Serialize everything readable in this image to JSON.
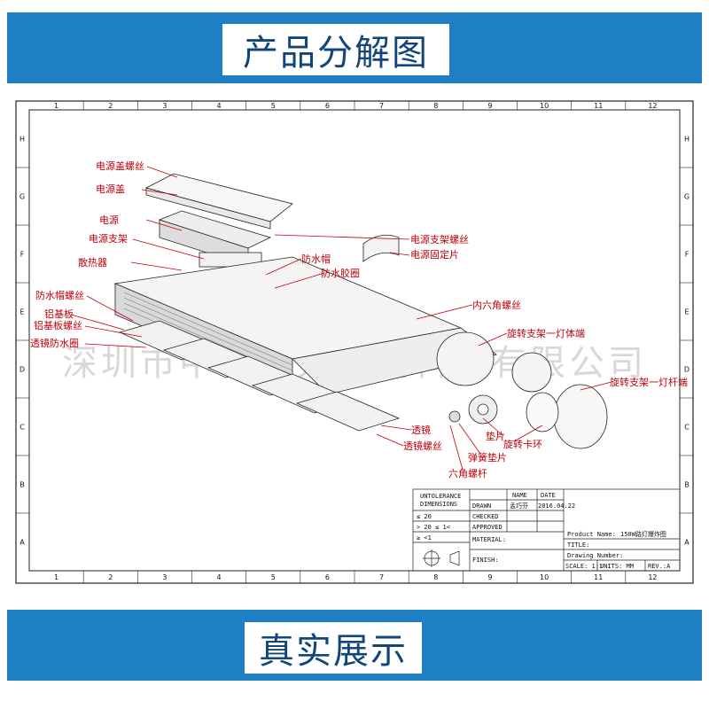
{
  "top_banner": {
    "title": "产品分解图"
  },
  "bottom_banner": {
    "title": "真实展示"
  },
  "watermark": "深圳市中科阳光照明科技有限公司",
  "grid": {
    "columns": [
      "1",
      "2",
      "3",
      "4",
      "5",
      "6",
      "7",
      "8",
      "9",
      "10",
      "11",
      "12"
    ],
    "rows": [
      "H",
      "G",
      "F",
      "E",
      "D",
      "C",
      "B",
      "A"
    ]
  },
  "callouts": {
    "power_cover_screw": "电源盖螺丝",
    "power_cover": "电源盖",
    "power_supply": "电源",
    "power_bracket": "电源支架",
    "heat_sink": "散热器",
    "waterproof_cap_screw": "防水帽螺丝",
    "aluminum_board": "铝基板",
    "aluminum_board_screw": "铝基板螺丝",
    "lens_waterproof_ring": "透镜防水圈",
    "power_bracket_screw": "电源支架螺丝",
    "power_fixing_plate": "电源固定片",
    "waterproof_cap": "防水帽",
    "waterproof_rubber_ring": "防水胶圈",
    "inner_hex_screw": "内六角螺丝",
    "rotating_bracket_body": "旋转支架一灯体端",
    "rotating_bracket_pole": "旋转支架一灯杆端",
    "lens": "透镜",
    "lens_screw": "透镜螺丝",
    "washer": "垫片",
    "rotating_snap_ring": "旋转卡环",
    "spring_washer": "弹簧垫片",
    "hex_bolt": "六角螺杆"
  },
  "title_block": {
    "tolerance_header_1": "UNTOLERANCE",
    "tolerance_header_2": "DIMENSIONS",
    "tol_1": "≤ 20",
    "tol_2": "> 20 ≤ 1<",
    "tol_3": "≥ <1",
    "name_label": "NAME",
    "date_label": "DATE",
    "drawn_label": "DRAWN",
    "drawn_name": "孟巧芬",
    "drawn_date": "2016.04.22",
    "checked_label": "CHECKED",
    "approved_label": "APPROVED",
    "material_label": "MATERIAL:",
    "finish_label": "FINISH:",
    "product_name_label": "Product Name:",
    "product_name_value": "150W路灯爆炸图",
    "title_label": "TITLE:",
    "drawing_number_label": "Drawing Number:",
    "scale_label": "SCALE: 1:1",
    "units_label": "UNITS: MM",
    "rev_label": "REV.:A"
  }
}
